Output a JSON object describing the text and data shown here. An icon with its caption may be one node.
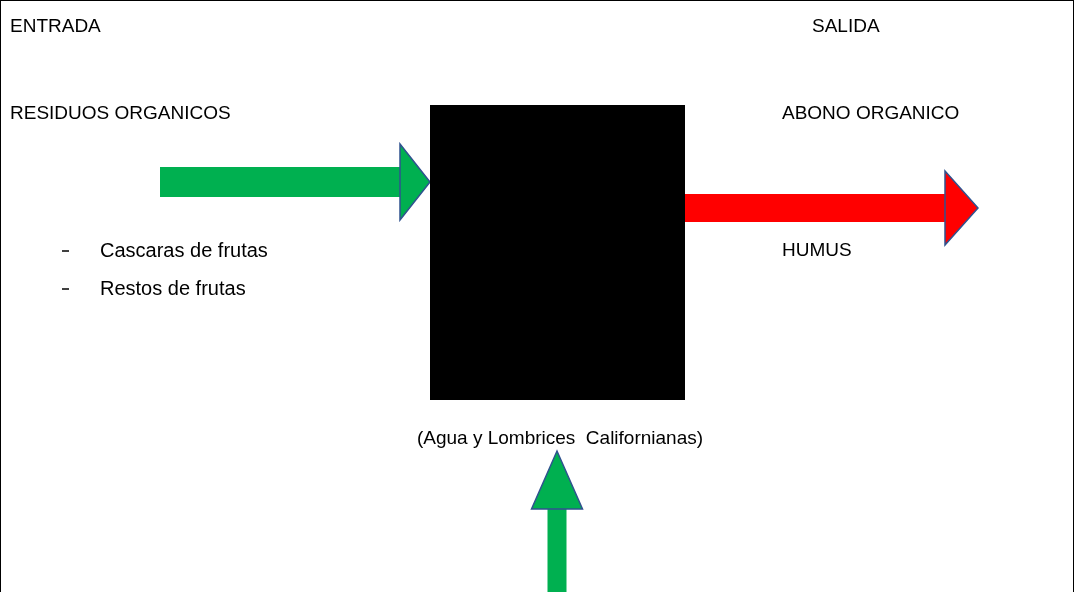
{
  "diagram": {
    "nodes": [
      {
        "text": [],
        "shape": "box"
      },
      {
        "text": [
          "(Agua y Lombrices  Californianas)"
        ]
      }
    ],
    "edges": [
      {
        "from": null,
        "to": 0,
        "arrow": "to"
      },
      {
        "from": 0,
        "to": null,
        "arrow": "to",
        "color": "#ff0000"
      },
      {
        "from": null,
        "to": 1,
        "arrow": "to"
      }
    ],
    "labels": [
      "ENTRADA",
      "SALIDA",
      "RESIDUOS ORGANICOS",
      "ABONO ORGANICO",
      "Cascaras de frutas",
      "HUMUS",
      "Restos de frutas"
    ]
  }
}
